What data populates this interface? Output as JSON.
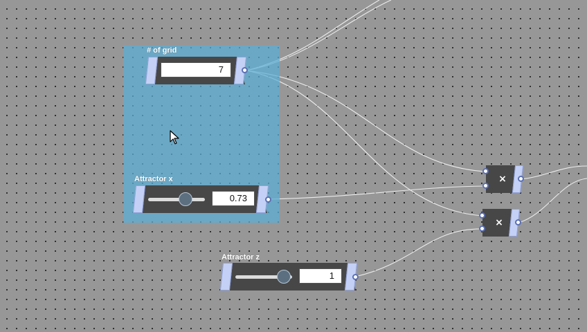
{
  "nodes": {
    "grid": {
      "title": "# of grid",
      "value": "7"
    },
    "attractor_x": {
      "title": "Attractor x",
      "value": "0.73",
      "slider_fraction": 0.73
    },
    "attractor_z": {
      "title": "Attractor z",
      "value": "1",
      "slider_fraction": 1.0
    },
    "multiply_1": {
      "label": "×"
    },
    "multiply_2": {
      "label": "×"
    }
  },
  "colors": {
    "canvas": "#979797",
    "group_fill": "#5aafd7",
    "node_body": "#474747",
    "node_cap": "#c4d0f5",
    "wire": "#e8e8e8"
  },
  "icons": {
    "cursor": "arrow-cursor-icon",
    "port": "port-circle-icon"
  }
}
